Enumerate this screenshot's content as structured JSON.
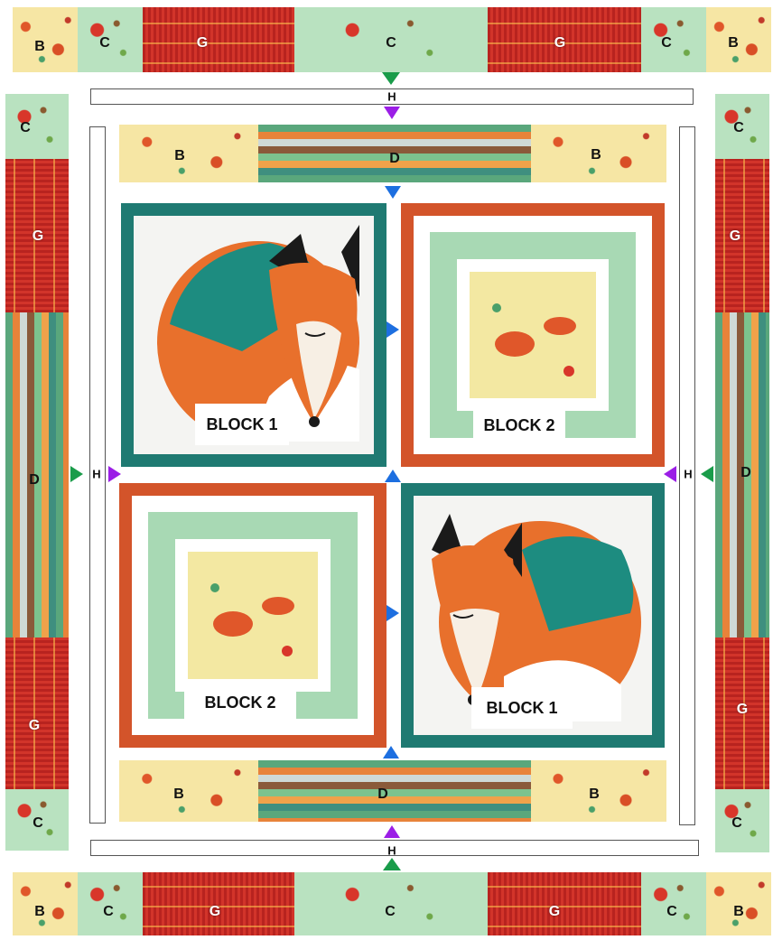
{
  "labels": {
    "b": "B",
    "c": "C",
    "d": "D",
    "g": "G",
    "h": "H"
  },
  "blocks": {
    "block1": "BLOCK 1",
    "block2": "BLOCK 2"
  },
  "colors": {
    "arrow_green": "#1a9c4a",
    "arrow_purple": "#9b1ee6",
    "arrow_blue": "#1d6fe0",
    "fabric_teal": "#1f7a72",
    "fabric_rust": "#d3542a",
    "fabric_red": "#c62e25",
    "fabric_yellow": "#f6e6a4",
    "fabric_mint": "#b9e2c0"
  },
  "icons": [
    "fox-icon",
    "mushroom-icon",
    "arrow-icon"
  ]
}
